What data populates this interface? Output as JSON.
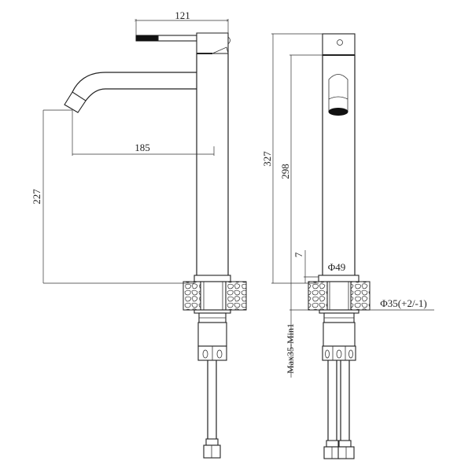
{
  "drawing": {
    "subject": "tall basin mixer faucet technical drawing",
    "views": [
      "side-view",
      "front-view"
    ],
    "dimensions": {
      "handle_length": "121",
      "spout_reach": "185",
      "spout_height": "227",
      "total_height": "327",
      "body_height": "298",
      "base_plate_thickness": "7",
      "base_diameter": "Φ49",
      "hole_diameter": "Φ35(+2/-1)",
      "countertop_thickness": "Max35-Min1"
    }
  }
}
